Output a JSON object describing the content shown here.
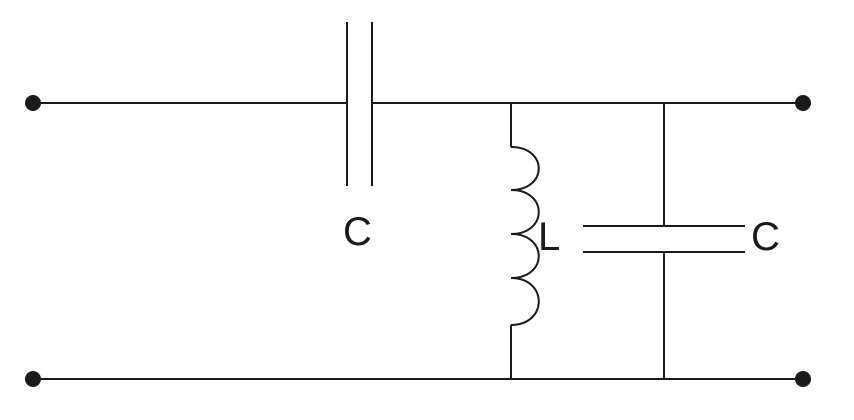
{
  "circuit": {
    "labels": {
      "series_capacitor": "C",
      "inductor": "L",
      "shunt_capacitor": "C"
    },
    "components": [
      {
        "id": "series-capacitor",
        "type": "capacitor",
        "connection": "series",
        "label": "C"
      },
      {
        "id": "inductor",
        "type": "inductor",
        "connection": "shunt",
        "label": "L"
      },
      {
        "id": "shunt-capacitor",
        "type": "capacitor",
        "connection": "shunt",
        "label": "C"
      }
    ],
    "terminals": [
      "input-top",
      "input-bottom",
      "output-top",
      "output-bottom"
    ],
    "colors": {
      "line": "#1a1a1a",
      "background": "#ffffff"
    }
  }
}
